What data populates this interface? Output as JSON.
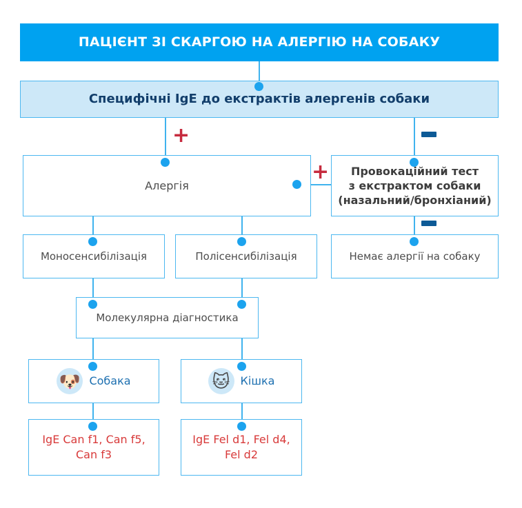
{
  "colors": {
    "header_fill": "#00A2F0",
    "subhead_fill": "#CDE8F8",
    "box_border": "#4BB7F0",
    "connector": "#3FB3EE",
    "dot": "#1CA3EE",
    "plus_red": "#C62B3E",
    "minus_navy": "#0D5A96",
    "red_text": "#D83A3A",
    "blue_text": "#1C6FB0",
    "navy_text": "#123E6B"
  },
  "diagram": {
    "type": "flowchart",
    "title": "ПАЦІЄНТ ЗІ СКАРГОЮ НА АЛЕРГІЮ НА СОБАКУ",
    "nodes": {
      "header": "ПАЦІЄНТ ЗІ СКАРГОЮ НА АЛЕРГІЮ НА СОБАКУ",
      "subhead": "Специфічні IgE до екстрактів алергенів собаки",
      "allergy": "Алергія",
      "provocation": "Провокаційний тест\nз екстрактом собаки\n(назальний/бронхіаний)",
      "provocation_line1": "Провокаційний тест",
      "provocation_line2": "з екстрактом собаки",
      "provocation_line3": "(назальний/бронхіаний)",
      "no_allergy": "Немає алергії на собаку",
      "mono": "Моносенсибілізація",
      "poly": "Полісенсибілізація",
      "molecular": "Молекулярна діагностика",
      "dog_label": "Собака",
      "cat_label": "Кішка",
      "dog_ige_line1": "IgE Can f1, Can f5,",
      "dog_ige_line2": "Can f3",
      "cat_ige_line1": "IgE Fel d1, Fel d4,",
      "cat_ige_line2": "Fel d2"
    },
    "icons": {
      "dog": "🐶",
      "cat": "🐱"
    },
    "signs": {
      "plus": "+",
      "minus": "−",
      "plus_subhead_to_allergy": "+",
      "minus_subhead_to_provocation": "−",
      "plus_provocation_to_allergy": "+",
      "minus_provocation_to_no_allergy": "−"
    }
  }
}
